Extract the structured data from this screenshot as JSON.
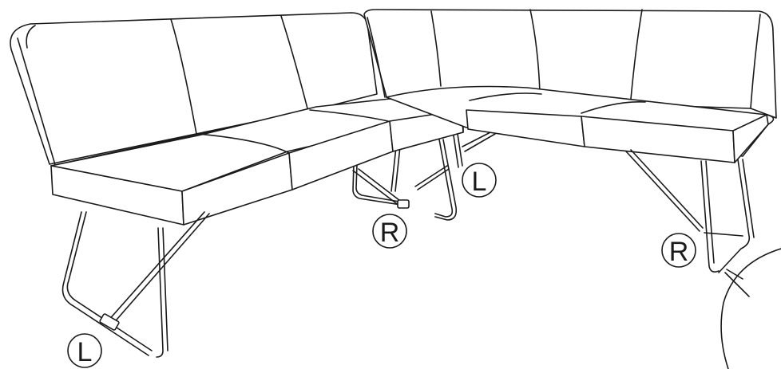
{
  "markers": {
    "left_bench_leg": "L",
    "center_rear_leg": "R",
    "center_front_leg": "L",
    "right_bench_leg": "R"
  },
  "colors": {
    "line": "#1a1a1a",
    "background": "#ffffff"
  }
}
